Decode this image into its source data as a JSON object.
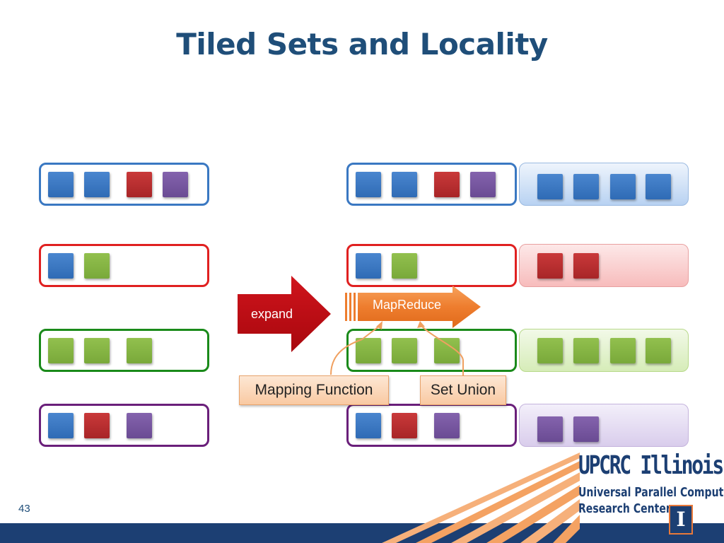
{
  "slide": {
    "title": "Tiled Sets and Locality",
    "page_number": "43"
  },
  "arrows": {
    "expand_label": "expand",
    "mapreduce_label": "MapReduce"
  },
  "callouts": {
    "mapping_function": "Mapping Function",
    "set_union": "Set Union"
  },
  "colors": {
    "blue": "#3a78c2",
    "red": "#b8302f",
    "green": "#86b545",
    "purple": "#7755a0",
    "title": "#1f4e79",
    "orange_accent": "#ed7d31"
  },
  "input_sets": [
    {
      "outline": "blue",
      "tiles": [
        "blue",
        "blue",
        "red",
        "purple"
      ]
    },
    {
      "outline": "red",
      "tiles": [
        "blue",
        "green"
      ]
    },
    {
      "outline": "green",
      "tiles": [
        "green",
        "green",
        "green"
      ]
    },
    {
      "outline": "purple",
      "tiles": [
        "blue",
        "red",
        "purple"
      ]
    }
  ],
  "result_sets": [
    {
      "color": "blue",
      "tiles": [
        "blue",
        "blue",
        "blue",
        "blue"
      ]
    },
    {
      "color": "red",
      "tiles": [
        "red",
        "red"
      ]
    },
    {
      "color": "green",
      "tiles": [
        "green",
        "green",
        "green",
        "green"
      ]
    },
    {
      "color": "purple",
      "tiles": [
        "purple",
        "purple"
      ]
    }
  ],
  "logo": {
    "name": "UPCRC Illinois",
    "line1": "Universal Parallel Computing",
    "line2": "Research Center",
    "shield_letter": "I"
  }
}
